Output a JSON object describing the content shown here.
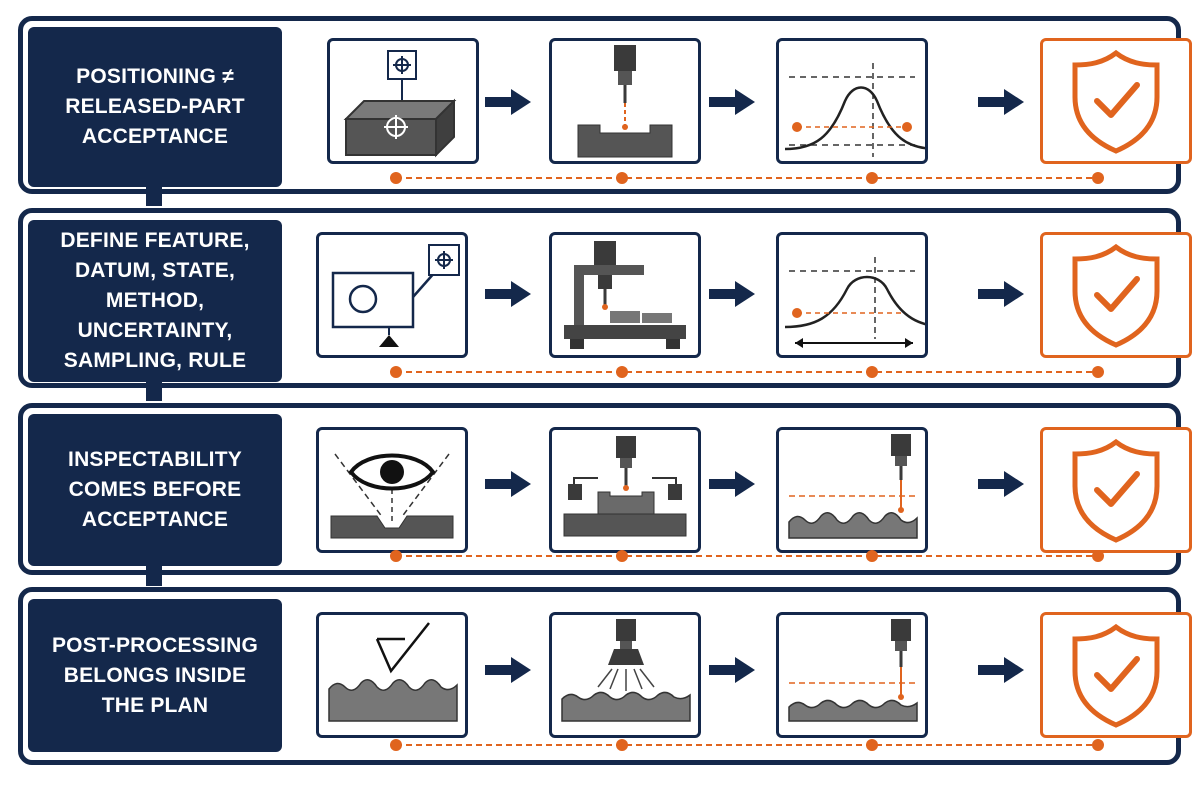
{
  "colors": {
    "navy": "#14284b",
    "orange": "#e0641e",
    "gray": "#4a4a4a",
    "hatch": "#6a6a6a"
  },
  "rows": [
    {
      "label": "POSITIONING ≠\nRELEASED-PART\nACCEPTANCE",
      "icons": [
        "datum-block-icon",
        "probe-on-part-icon",
        "distribution-curve-icon",
        "shield-check-icon"
      ]
    },
    {
      "label": "DEFINE FEATURE,\nDATUM, STATE,\nMETHOD,\nUNCERTAINTY,\nSAMPLING, RULE",
      "icons": [
        "feature-datum-icon",
        "cmm-machine-icon",
        "distribution-range-icon",
        "shield-check-icon"
      ]
    },
    {
      "label": "INSPECTABILITY\nCOMES BEFORE\nACCEPTANCE",
      "icons": [
        "eye-access-icon",
        "fixtured-probe-icon",
        "probe-surface-icon",
        "shield-check-icon"
      ]
    },
    {
      "label": "POST-PROCESSING\nBELONGS INSIDE\nTHE PLAN",
      "icons": [
        "surface-finish-icon",
        "blasting-nozzle-icon",
        "probe-finished-surface-icon",
        "shield-check-icon"
      ]
    }
  ]
}
